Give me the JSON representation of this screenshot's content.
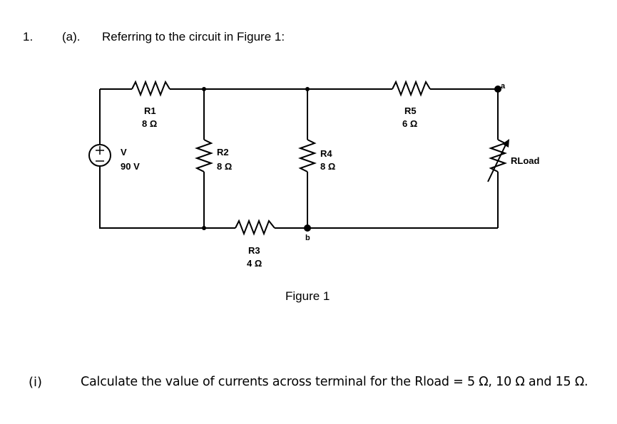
{
  "question": {
    "number": "1.",
    "part": "(a).",
    "text": "Referring to the circuit in Figure 1:"
  },
  "figure": {
    "caption": "Figure 1",
    "source": {
      "name": "V",
      "value": "90 V"
    },
    "resistors": [
      {
        "name": "R1",
        "value": "8 Ω"
      },
      {
        "name": "R2",
        "value": "8 Ω"
      },
      {
        "name": "R3",
        "value": "4 Ω"
      },
      {
        "name": "R4",
        "value": "8 Ω"
      },
      {
        "name": "R5",
        "value": "6 Ω"
      }
    ],
    "load": {
      "name": "RLoad"
    },
    "terminals": {
      "a": "a",
      "b": "b"
    }
  },
  "subquestion": {
    "number": "(i)",
    "text": "Calculate the value of currents across terminal for the Rload = 5 Ω, 10 Ω and 15 Ω."
  }
}
